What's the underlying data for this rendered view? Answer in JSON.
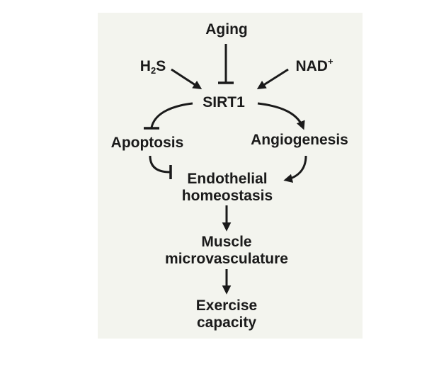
{
  "nodes": {
    "aging": "Aging",
    "h2s_main": "H",
    "h2s_sub": "2",
    "h2s_tail": "S",
    "nad_main": "NAD",
    "nad_sup": "+",
    "sirt1": "SIRT1",
    "apoptosis": "Apoptosis",
    "angiogenesis": "Angiogenesis",
    "endothelial_line1": "Endothelial",
    "endothelial_line2": "homeostasis",
    "muscle_line1": "Muscle",
    "muscle_line2": "microvasculature",
    "exercise_line1": "Exercise",
    "exercise_line2": "capacity"
  },
  "edges": [
    {
      "from": "aging",
      "to": "sirt1",
      "kind": "inhibit"
    },
    {
      "from": "h2s",
      "to": "sirt1",
      "kind": "activate"
    },
    {
      "from": "nad",
      "to": "sirt1",
      "kind": "activate"
    },
    {
      "from": "sirt1",
      "to": "apoptosis",
      "kind": "inhibit"
    },
    {
      "from": "sirt1",
      "to": "angiogenesis",
      "kind": "activate"
    },
    {
      "from": "apoptosis",
      "to": "endothelial",
      "kind": "inhibit"
    },
    {
      "from": "angiogenesis",
      "to": "endothelial",
      "kind": "activate"
    },
    {
      "from": "endothelial",
      "to": "muscle",
      "kind": "activate"
    },
    {
      "from": "muscle",
      "to": "exercise",
      "kind": "activate"
    }
  ],
  "colors": {
    "panel": "#f3f4ee",
    "ink": "#1a1a1a"
  }
}
